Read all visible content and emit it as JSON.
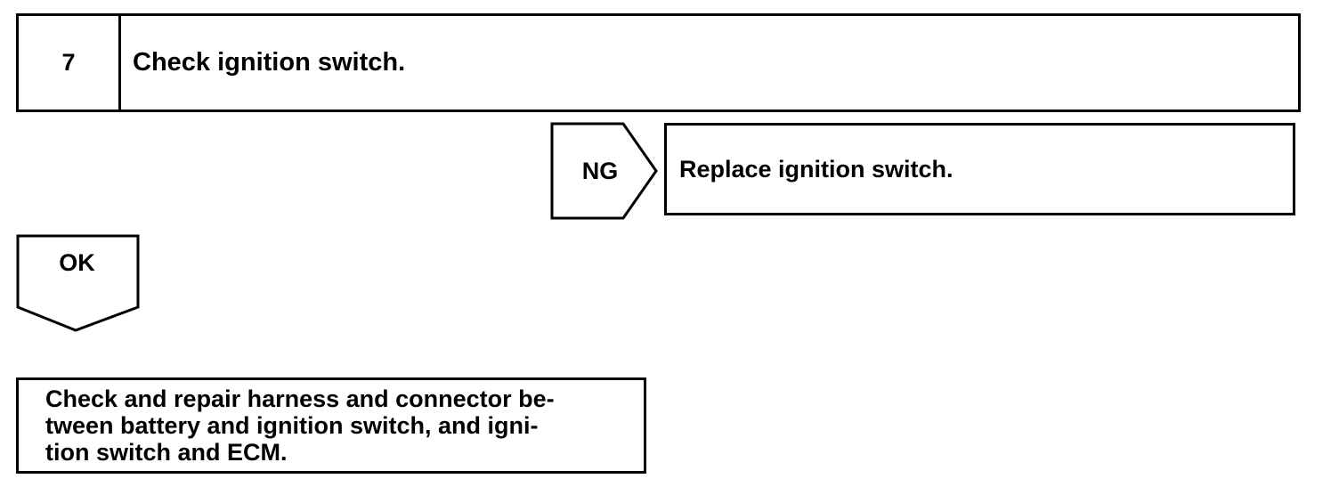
{
  "step": {
    "number": "7",
    "title": "Check ignition switch."
  },
  "ng_branch": {
    "label": "NG",
    "action": "Replace ignition switch."
  },
  "ok_branch": {
    "label": "OK",
    "action": "Check and repair harness and connector be-\ntween battery and ignition switch, and igni-\ntion switch and ECM."
  }
}
